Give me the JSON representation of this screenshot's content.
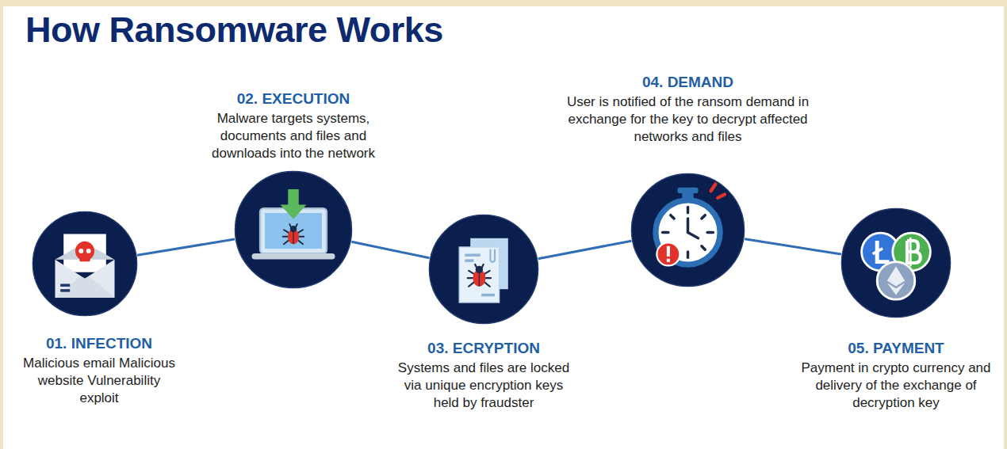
{
  "diagram": {
    "title": "How Ransomware Works",
    "nodes": [
      {
        "text": [
          "01. INFECTION",
          "Malicious email Malicious website Vulnerability exploit"
        ]
      },
      {
        "text": [
          "02. EXECUTION",
          "Malware targets systems, documents and files and downloads into the network"
        ]
      },
      {
        "text": [
          "03. ECRYPTION",
          "Systems and files are locked via unique encryption keys held by fraudster"
        ]
      },
      {
        "text": [
          "04. DEMAND",
          "User is notified of the ransom demand in exchange for the key to decrypt affected networks and files"
        ]
      },
      {
        "text": [
          "05. PAYMENT",
          "Payment in crypto currency and delivery of the exchange of decryption key"
        ]
      }
    ],
    "edges": [
      {
        "from": 0,
        "to": 1,
        "arrow": "none"
      },
      {
        "from": 1,
        "to": 2,
        "arrow": "none"
      },
      {
        "from": 2,
        "to": 3,
        "arrow": "none"
      },
      {
        "from": 3,
        "to": 4,
        "arrow": "none"
      }
    ]
  }
}
